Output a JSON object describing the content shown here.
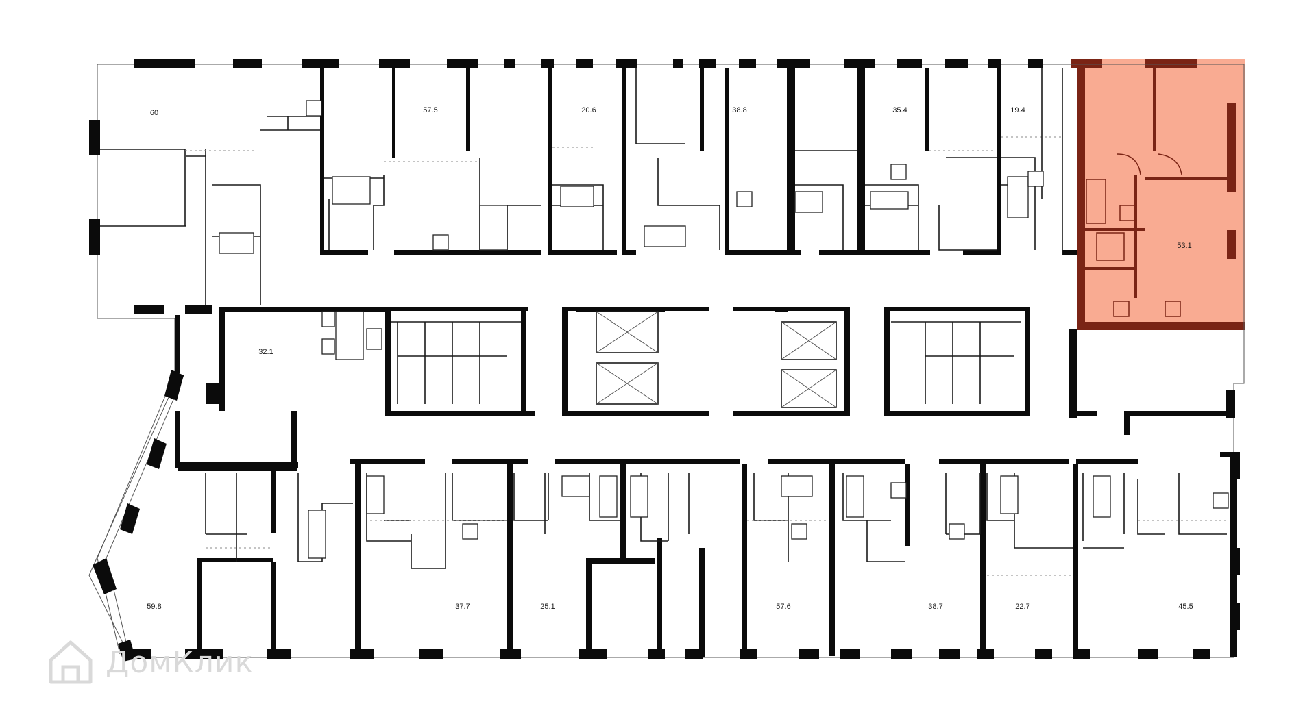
{
  "watermark": "ДомКлик",
  "colors": {
    "highlight_fill": "#f9ab92",
    "highlight_wall": "#7a2415",
    "wall": "#0b0b0b"
  },
  "highlighted_unit": "53.1",
  "units": {
    "u60": "60",
    "u575": "57.5",
    "u206": "20.6",
    "u388": "38.8",
    "u354": "35.4",
    "u194": "19.4",
    "u531": "53.1",
    "u321": "32.1",
    "u598": "59.8",
    "u377": "37.7",
    "u251": "25.1",
    "u576": "57.6",
    "u387": "38.7",
    "u227": "22.7",
    "u455": "45.5"
  }
}
